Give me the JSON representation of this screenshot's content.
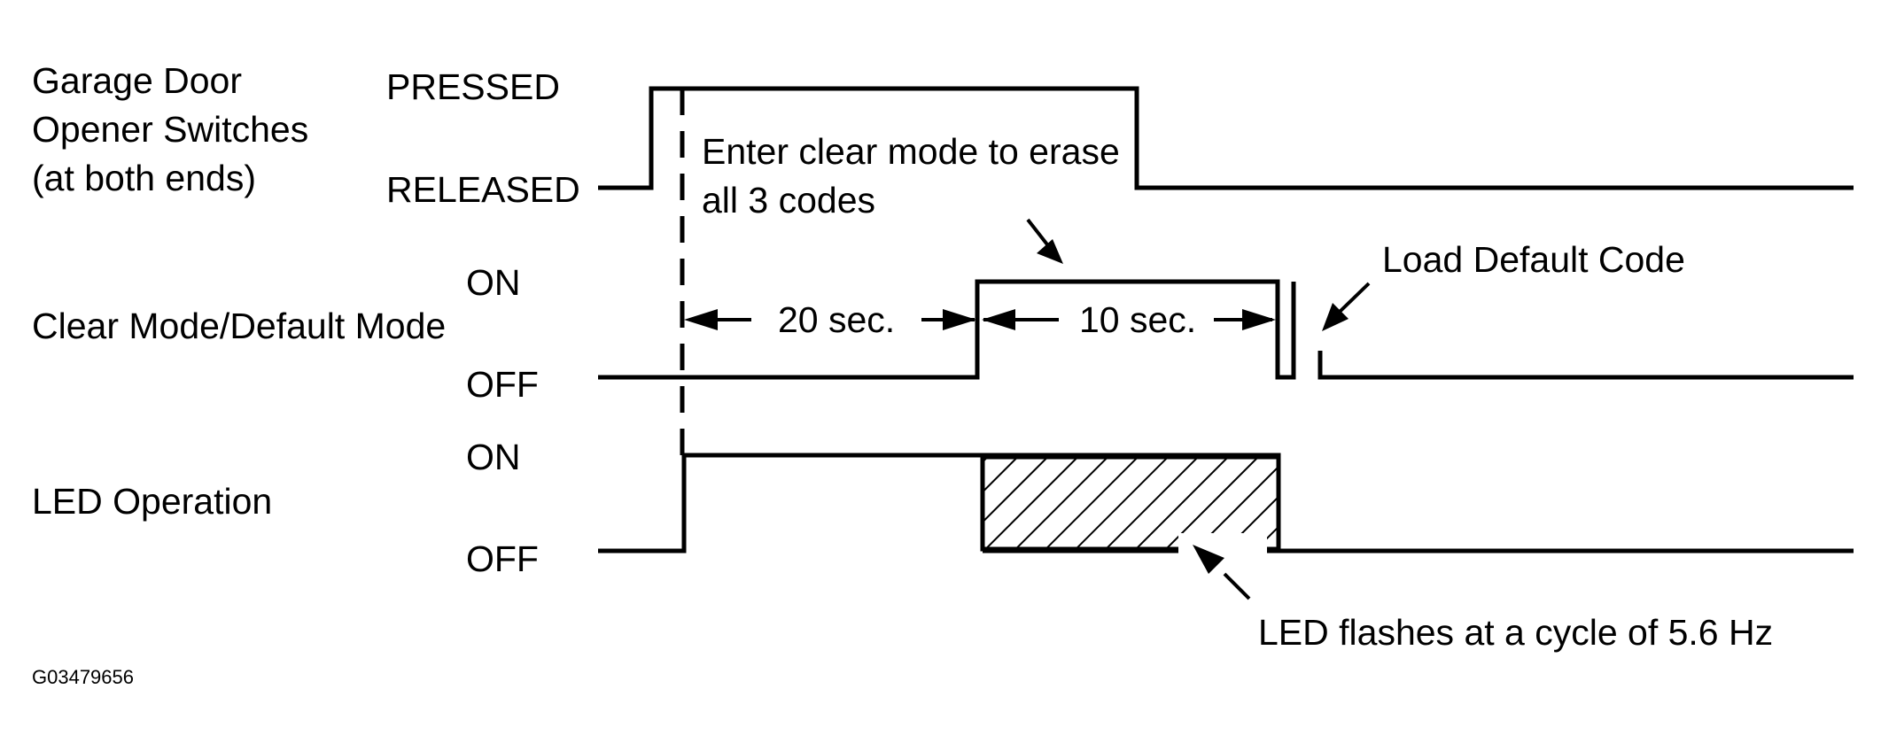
{
  "signals": {
    "switch_label": [
      "Garage Door",
      "Opener Switches",
      "(at both ends)"
    ],
    "switch_states": {
      "high": "PRESSED",
      "low": "RELEASED"
    },
    "mode_label": "Clear Mode/Default Mode",
    "mode_states": {
      "high": "ON",
      "low": "OFF"
    },
    "led_label": "LED Operation",
    "led_states": {
      "high": "ON",
      "low": "OFF"
    }
  },
  "annotations": {
    "enter_clear": [
      "Enter clear mode to erase",
      "all 3 codes"
    ],
    "load_default": "Load Default Code",
    "led_flash": "LED flashes at a cycle of 5.6 Hz",
    "interval_1": "20 sec.",
    "interval_2": "10 sec."
  },
  "figure_id": "G03479656"
}
